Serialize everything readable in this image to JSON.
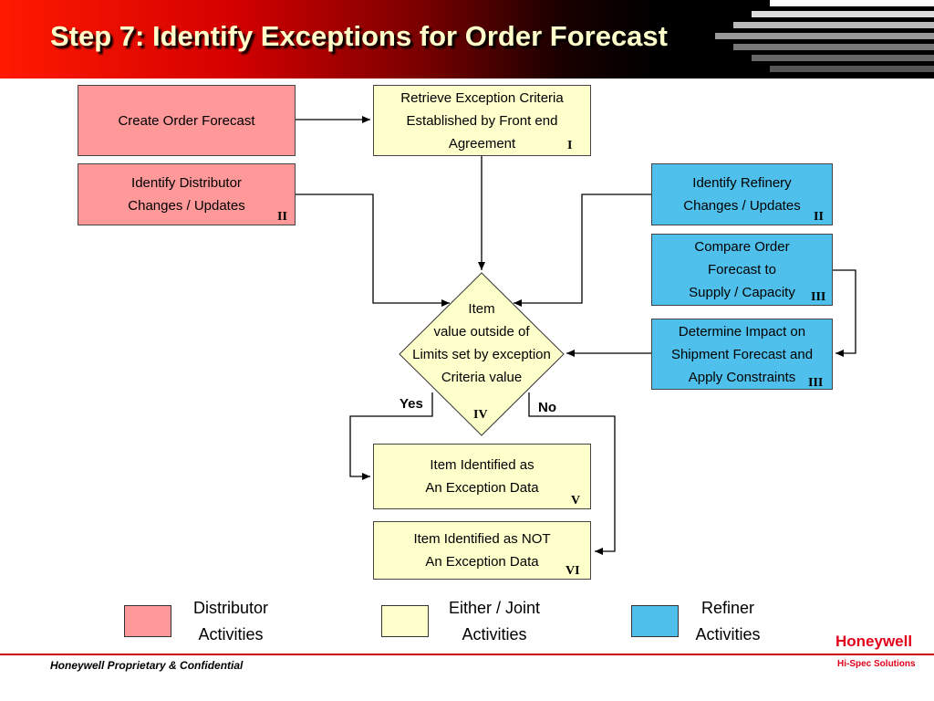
{
  "title": "Step 7: Identify Exceptions for Order Forecast",
  "colors": {
    "distributor": "#ff9999",
    "joint": "#ffffcc",
    "refiner": "#4fc0ec"
  },
  "boxes": {
    "create_order_forecast": {
      "lines": [
        "Create Order Forecast"
      ]
    },
    "retrieve_exception_criteria": {
      "lines": [
        "Retrieve Exception Criteria",
        "Established by Front end",
        "Agreement"
      ],
      "step": "I"
    },
    "identify_distributor_changes": {
      "lines": [
        "Identify Distributor",
        "Changes / Updates"
      ],
      "step": "II"
    },
    "identify_refinery_changes": {
      "lines": [
        "Identify Refinery",
        "Changes / Updates"
      ],
      "step": "II"
    },
    "compare_order_forecast": {
      "lines": [
        "Compare Order",
        "Forecast to",
        "Supply / Capacity"
      ],
      "step": "III"
    },
    "determine_impact": {
      "lines": [
        "Determine Impact on",
        "Shipment Forecast and",
        "Apply Constraints"
      ],
      "step": "III"
    },
    "exception_data": {
      "lines": [
        "Item Identified as",
        "An Exception Data"
      ],
      "step": "V"
    },
    "not_exception_data": {
      "lines": [
        "Item Identified as NOT",
        "An Exception Data"
      ],
      "step": "VI"
    }
  },
  "decision": {
    "lines": [
      "Item",
      "value outside of",
      "Limits set by exception",
      "Criteria value"
    ],
    "step": "IV",
    "yes_label": "Yes",
    "no_label": "No"
  },
  "legend": [
    {
      "lines": [
        "Distributor",
        "Activities"
      ]
    },
    {
      "lines": [
        "Either / Joint",
        "Activities"
      ]
    },
    {
      "lines": [
        "Refiner",
        "Activities"
      ]
    }
  ],
  "footer": {
    "text": "Honeywell Proprietary & Confidential",
    "logo": "Honeywell",
    "tagline": "Hi-Spec Solutions"
  }
}
